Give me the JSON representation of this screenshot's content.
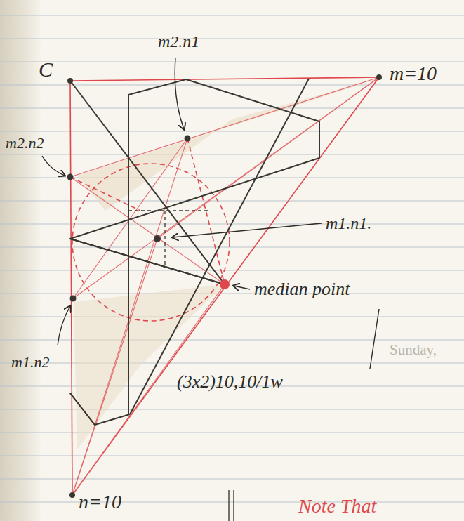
{
  "diagram": {
    "labels": [
      "C",
      "m2.n1",
      "m=10",
      "m2.n2",
      "m1.n1.",
      "median point",
      "Sunday,",
      "m1.n2",
      "(3x2)10,10/1w",
      "n=10",
      "Note That"
    ]
  }
}
